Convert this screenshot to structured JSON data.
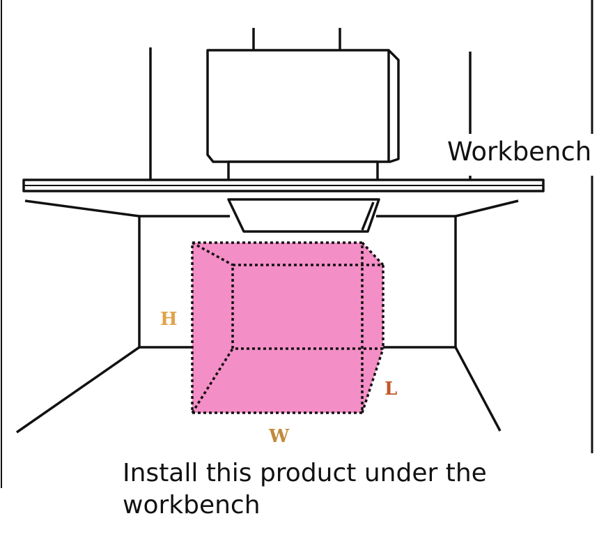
{
  "labels": {
    "workbench": "Workbench",
    "caption": "Install this product under the workbench"
  },
  "dimensions": {
    "height": "H",
    "width": "W",
    "length": "L"
  },
  "colors": {
    "box_fill": "#f38ec6",
    "line": "#111111",
    "dim_h": "#e0a24a",
    "dim_w": "#c08a3a",
    "dim_l": "#c0592a"
  }
}
